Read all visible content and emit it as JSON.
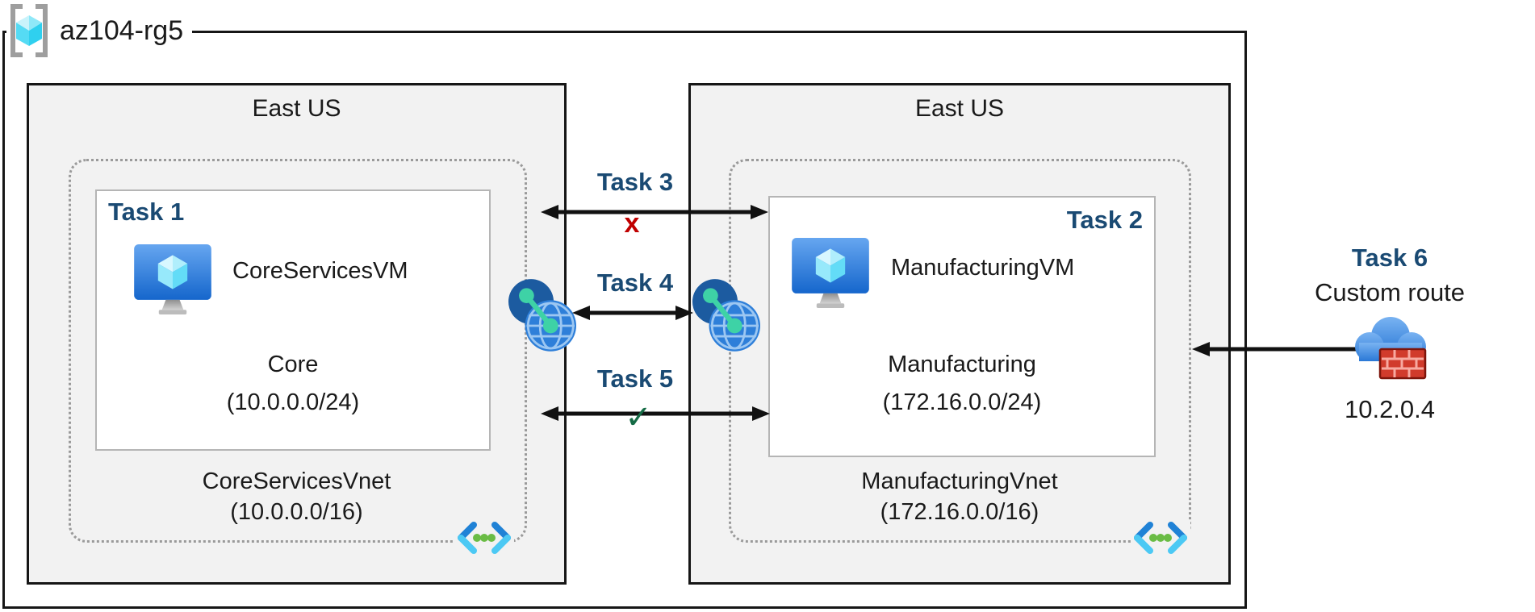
{
  "resource_group": {
    "name": "az104-rg5"
  },
  "regions": [
    {
      "location": "East US",
      "task_label": "Task 1",
      "vm_name": "CoreServicesVM",
      "subnet_name": "Core",
      "subnet_cidr": "(10.0.0.0/24)",
      "vnet_name": "CoreServicesVnet",
      "vnet_cidr": "(10.0.0.0/16)"
    },
    {
      "location": "East US",
      "task_label": "Task 2",
      "vm_name": "ManufacturingVM",
      "subnet_name": "Manufacturing",
      "subnet_cidr": "(172.16.0.0/24)",
      "vnet_name": "ManufacturingVnet",
      "vnet_cidr": "(172.16.0.0/16)"
    }
  ],
  "connections": [
    {
      "label": "Task 3",
      "marker": "x",
      "status": "blocked"
    },
    {
      "label": "Task 4",
      "marker": ""
    },
    {
      "label": "Task 5",
      "marker": "✓",
      "status": "allowed"
    }
  ],
  "custom_route": {
    "label": "Task 6",
    "title": "Custom route",
    "ip": "10.2.0.4"
  },
  "icons": {
    "resource_group": "azure-resource-group",
    "vm": "azure-virtual-machine",
    "vnet": "azure-virtual-network",
    "peering": "vnet-peering-globe",
    "custom_route": "cloud-firewall-nva"
  },
  "colors": {
    "region_fill": "#f2f2f2",
    "border": "#161616",
    "task_label": "#1a4a73",
    "blocked_x": "#c00000",
    "allowed_check": "#156b45",
    "dotted_border": "#9a9a9a"
  }
}
